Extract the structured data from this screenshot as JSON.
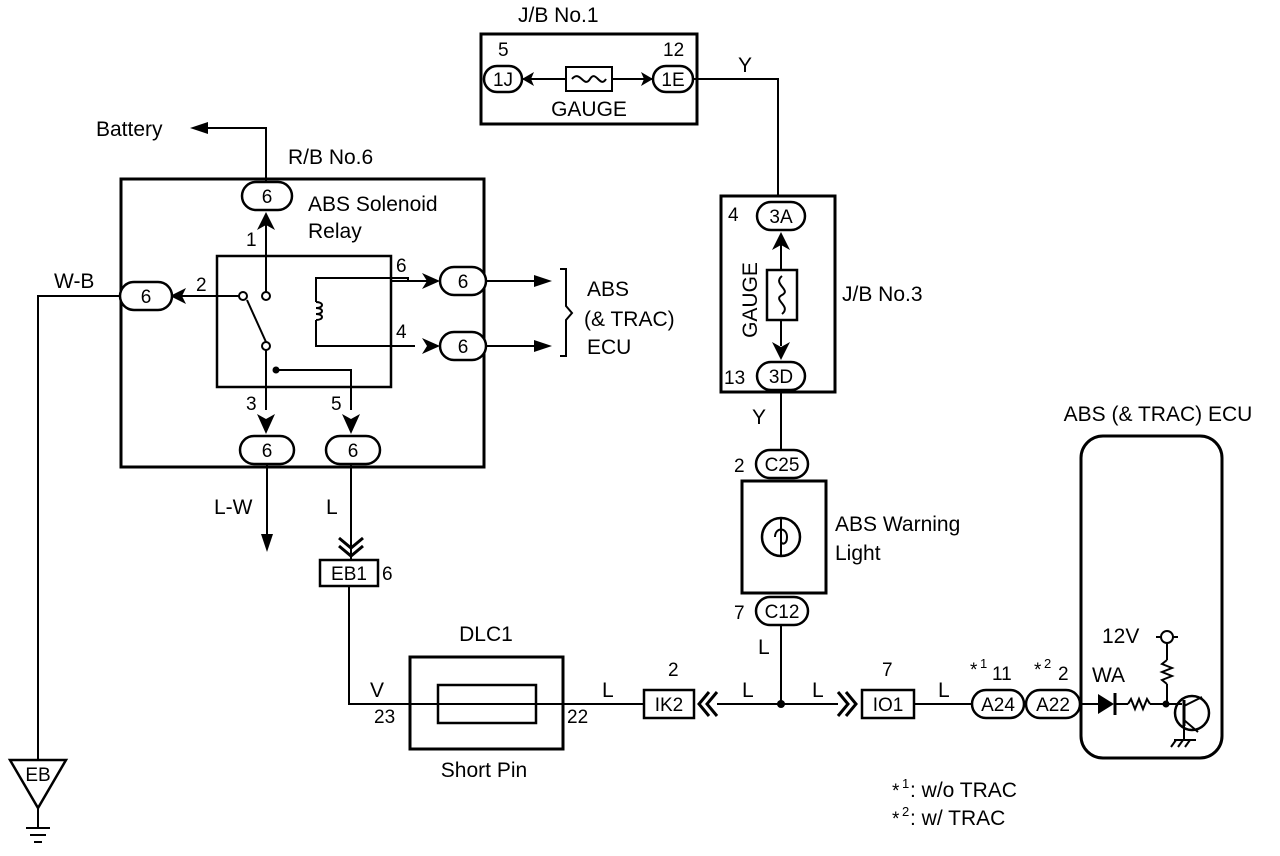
{
  "jb1": {
    "title": "J/B No.1",
    "pin_left": "5",
    "pin_right": "12",
    "conn_left": "1J",
    "conn_right": "1E",
    "fuse": "GAUGE"
  },
  "battery": "Battery",
  "rb6": {
    "title": "R/B No.6",
    "relay_line1": "ABS Solenoid",
    "relay_line2": "Relay",
    "conn": "6",
    "pin1": "1",
    "pin2": "2",
    "pin3": "3",
    "pin4": "4",
    "pin5": "5",
    "pin6": "6"
  },
  "wires": {
    "wb": "W-B",
    "lw": "L-W",
    "l": "L",
    "y": "Y",
    "v": "V"
  },
  "ecu_bracket": {
    "line1": "ABS",
    "line2": "(& TRAC)",
    "line3": "ECU"
  },
  "jb3": {
    "title": "J/B No.3",
    "fuse": "GAUGE",
    "pin_top": "4",
    "conn_top": "3A",
    "pin_bottom": "13",
    "conn_bottom": "3D"
  },
  "warning_light": {
    "line1": "ABS Warning",
    "line2": "Light",
    "pin_top": "2",
    "conn_top": "C25",
    "pin_bottom": "7",
    "conn_bottom": "C12"
  },
  "eb1": {
    "label": "EB1",
    "pin": "6"
  },
  "dlc1": {
    "title": "DLC1",
    "pin_left": "23",
    "pin_right": "22",
    "caption": "Short Pin"
  },
  "ik2": {
    "label": "IK2",
    "pin": "2"
  },
  "io1": {
    "label": "IO1",
    "pin": "7"
  },
  "a24": {
    "label": "A24",
    "star": "*",
    "sup": "1",
    "pin": "11"
  },
  "a22": {
    "label": "A22",
    "star": "*",
    "sup": "2",
    "pin": "2"
  },
  "ecu": {
    "title": "ABS (& TRAC) ECU",
    "v12": "12V",
    "wa": "WA"
  },
  "ground": {
    "label": "EB"
  },
  "notes": {
    "n1_star": "*",
    "n1_sup": "1",
    "n1_text": ": w/o TRAC",
    "n2_star": "*",
    "n2_sup": "2",
    "n2_text": ": w/ TRAC"
  }
}
